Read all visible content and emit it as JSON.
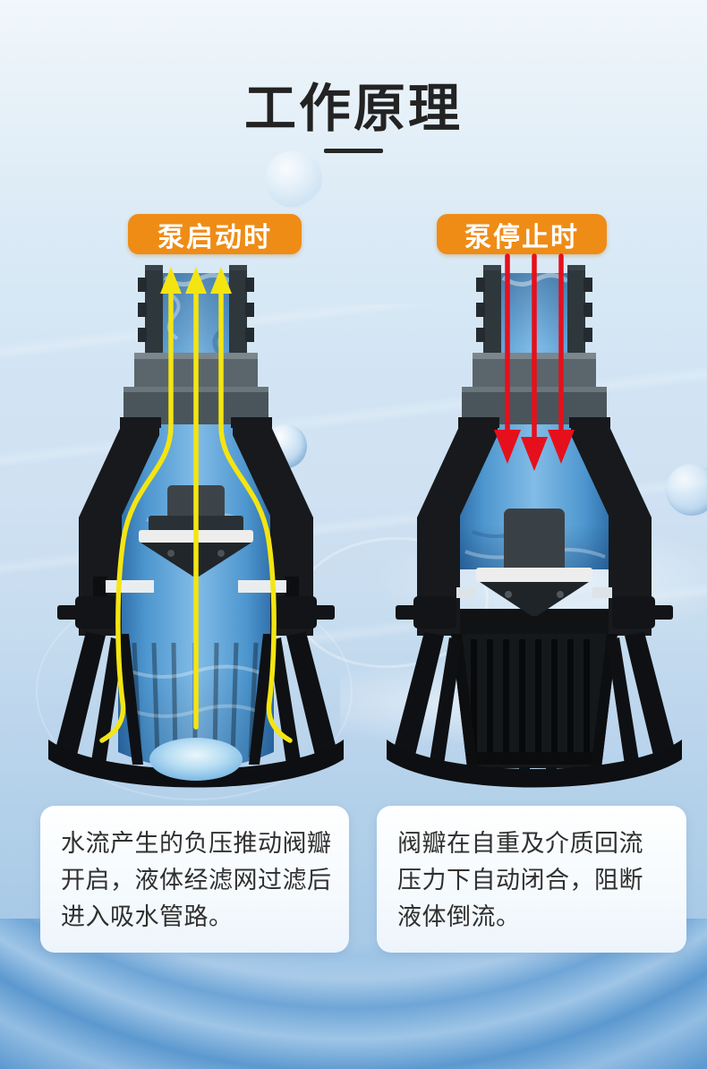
{
  "page": {
    "title": "工作原理"
  },
  "sections": {
    "left": {
      "label": "泵启动时",
      "description_lines": [
        "水流产生的负压推动阀瓣",
        "开启，液体经滤网过滤后",
        "进入吸水管路。"
      ],
      "flow_direction": "up",
      "arrow_color": "#f4e512"
    },
    "right": {
      "label": "泵停止时",
      "description_lines": [
        "阀瓣在自重及介质回流",
        "压力下自动闭合，阻断",
        "液体倒流。"
      ],
      "flow_direction": "down",
      "arrow_color": "#e5101c"
    }
  },
  "colors": {
    "badge_background": "#ef8c16",
    "title_text": "#232323",
    "card_text": "#303030",
    "water_blue": "#4e97cf",
    "valve_body_black": "#17191c"
  }
}
